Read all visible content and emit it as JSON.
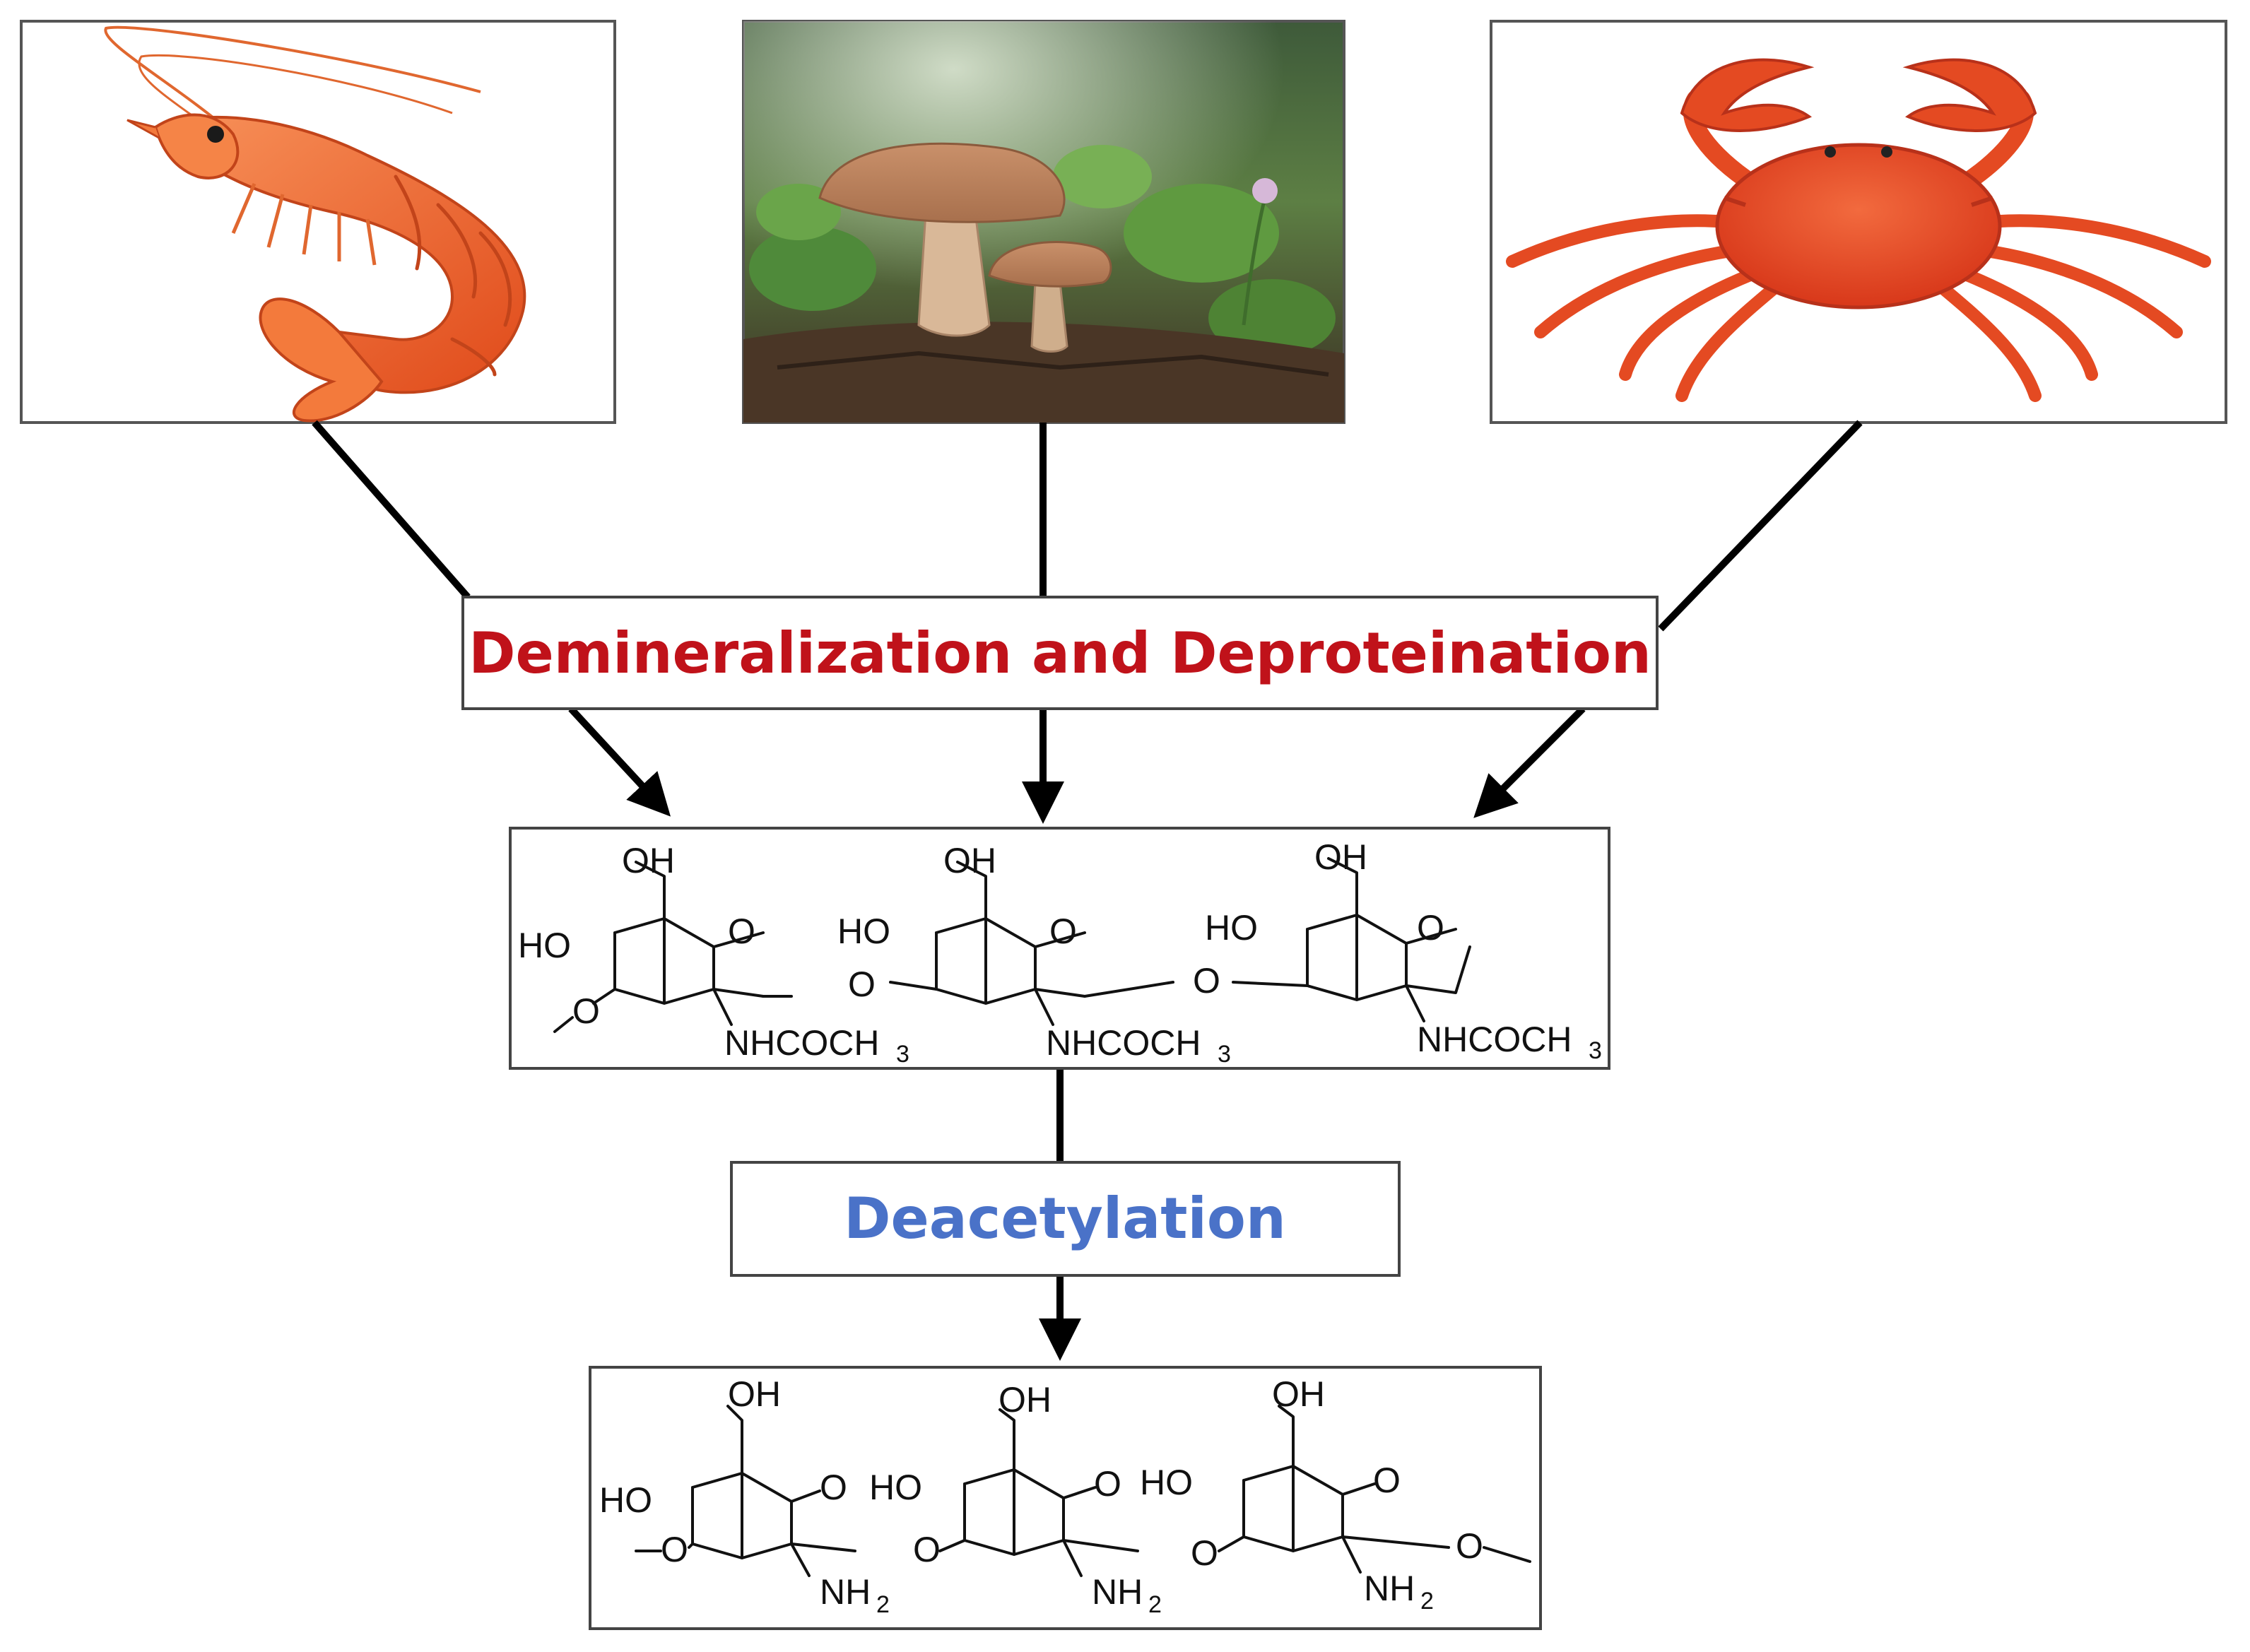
{
  "sources": [
    {
      "name": "shrimp",
      "icon": "shrimp-icon"
    },
    {
      "name": "mushroom",
      "icon": "mushroom-icon"
    },
    {
      "name": "crab",
      "icon": "crab-icon"
    }
  ],
  "steps": {
    "step1": "Demineralization and Deproteination",
    "step2": "Deacetylation"
  },
  "chitin": {
    "oh": "OH",
    "ho": "HO",
    "o": "O",
    "nhcoch": "NHCOCH",
    "sub3": "3"
  },
  "chitosan": {
    "oh": "OH",
    "ho": "HO",
    "o": "O",
    "nh": "NH",
    "sub2": "2"
  },
  "colors": {
    "step1": "#c0121a",
    "step2": "#4a72c8",
    "shrimp": "#f06a2a",
    "crab": "#e8461e"
  }
}
